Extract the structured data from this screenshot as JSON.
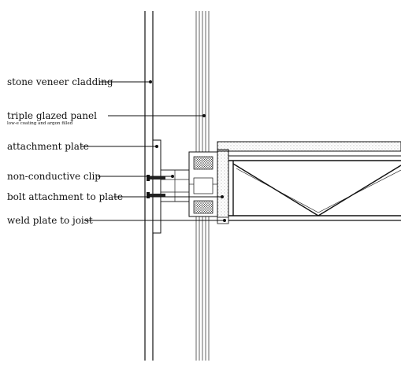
{
  "labels": {
    "stone_veneer": "stone veneer cladding",
    "triple_glazed": "triple glazed panel",
    "triple_glazed_note": "low-e coating and argon filled",
    "attachment_plate": "attachment plate",
    "non_conductive_clip": "non-conductive clip",
    "bolt_attachment": "bolt attachment to plate",
    "weld_plate": "weld plate to joist"
  },
  "colors": {
    "line": "#111111",
    "hatch": "#555555",
    "background": "#ffffff"
  }
}
